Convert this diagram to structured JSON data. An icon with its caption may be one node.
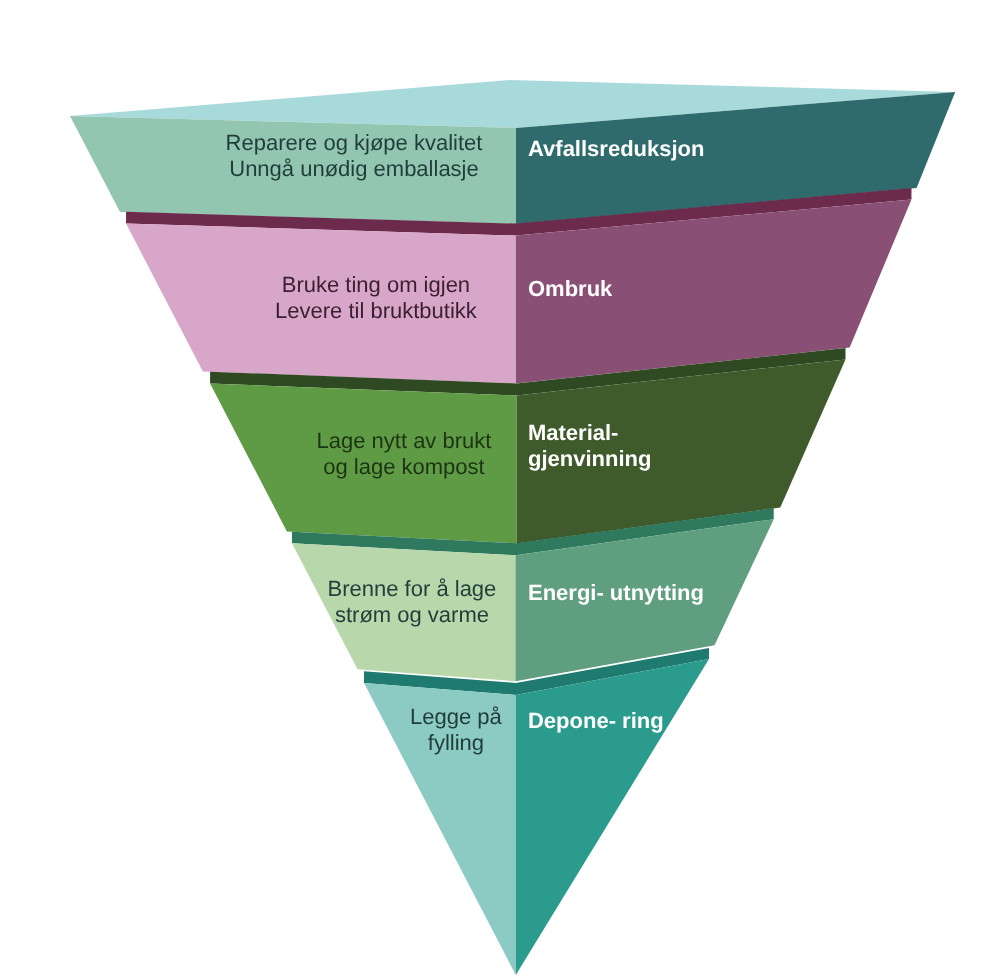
{
  "diagram": {
    "nodes": [
      {
        "text": [
          "Reparere og kjøpe kvalitet Unngå unødig emballasje",
          "Avfallsreduksjon"
        ]
      },
      {
        "text": [
          "Bruke ting om igjen Levere til bruktbutikk",
          "Ombruk"
        ]
      },
      {
        "text": [
          "Lage nytt av brukt og lage kompost",
          "Material- gjenvinning"
        ]
      },
      {
        "text": [
          "Brenne for å lage strøm og varme",
          "Energi- utnytting"
        ]
      },
      {
        "text": [
          "Legge på fylling",
          "Depone- ring"
        ]
      }
    ]
  }
}
